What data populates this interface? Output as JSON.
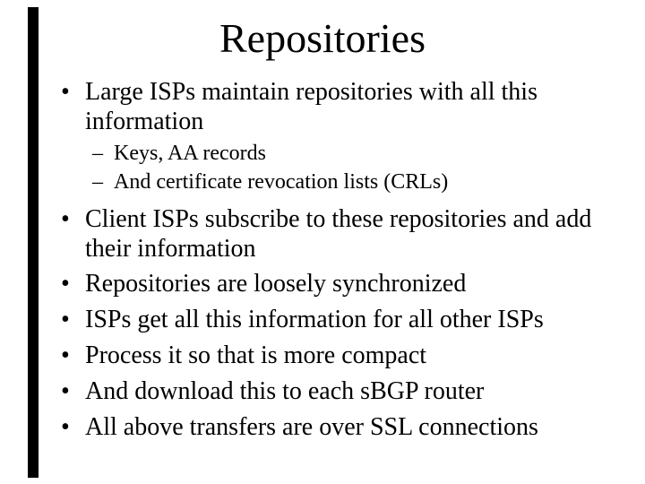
{
  "slide": {
    "title": "Repositories",
    "glyphs": {
      "level1": "•",
      "level2": "–"
    },
    "bullets": [
      {
        "level": 1,
        "text": "Large ISPs maintain repositories with all this information"
      },
      {
        "level": 2,
        "text": "Keys, AA records"
      },
      {
        "level": 2,
        "text": "And certificate revocation lists (CRLs)"
      },
      {
        "level": 1,
        "text": "Client ISPs subscribe to these repositories and add their information"
      },
      {
        "level": 1,
        "text": "Repositories are loosely synchronized"
      },
      {
        "level": 1,
        "text": "ISPs get all this information for all other ISPs"
      },
      {
        "level": 1,
        "text": "Process it so that is more compact"
      },
      {
        "level": 1,
        "text": "And download this to each sBGP router"
      },
      {
        "level": 1,
        "text": "All above transfers are over SSL connections"
      }
    ],
    "colors": {
      "background": "#ffffff",
      "text": "#000000",
      "left_edge_bar": "#000000"
    }
  }
}
